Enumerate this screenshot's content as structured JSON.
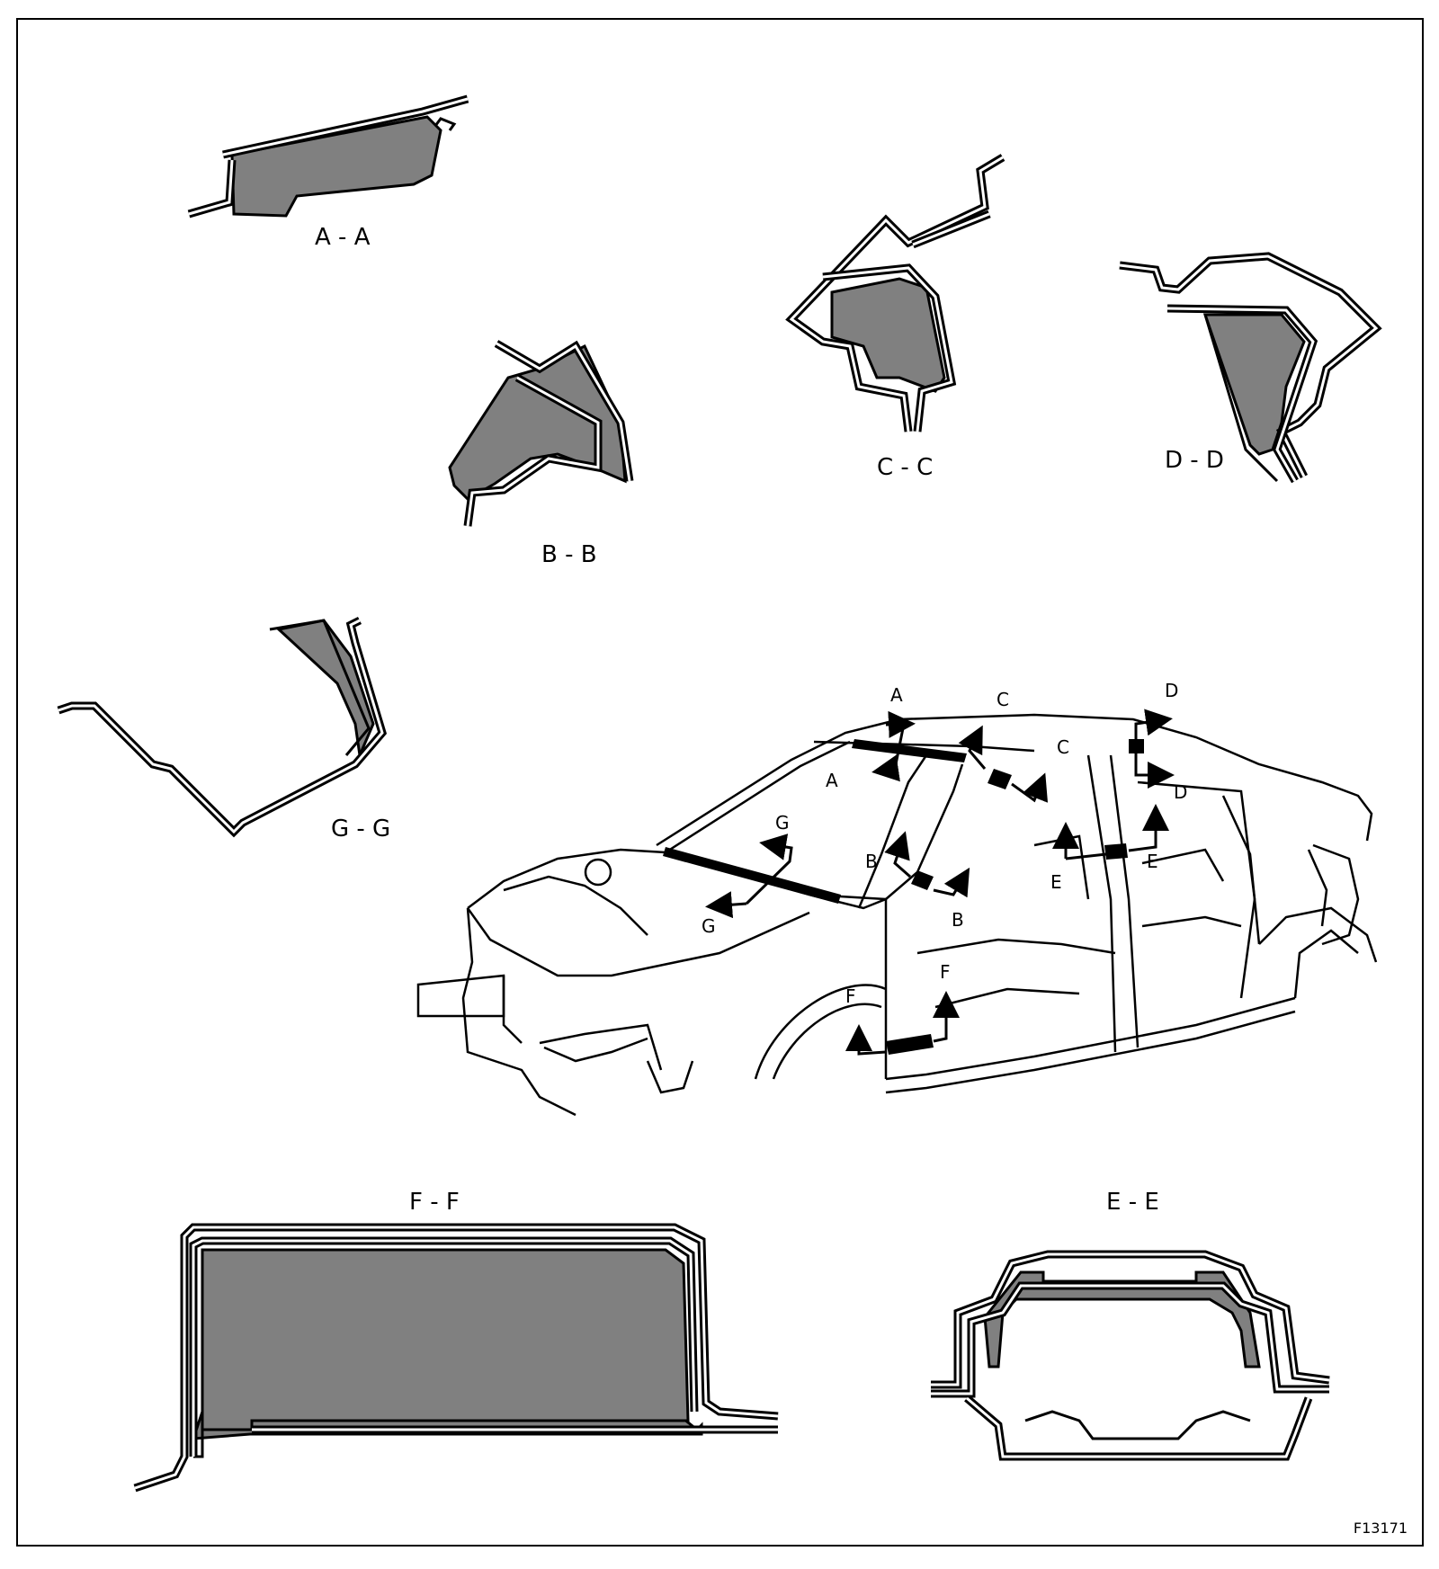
{
  "figure_id": "F13171",
  "colors": {
    "fill": "#808080",
    "line": "#000000",
    "background": "#ffffff"
  },
  "sections": {
    "aa": "A - A",
    "bb": "B - B",
    "cc": "C - C",
    "dd": "D - D",
    "ee": "E - E",
    "ff": "F - F",
    "gg": "G - G"
  },
  "callouts": {
    "a": "A",
    "b": "B",
    "c": "C",
    "d": "D",
    "e": "E",
    "f": "F",
    "g": "G"
  }
}
